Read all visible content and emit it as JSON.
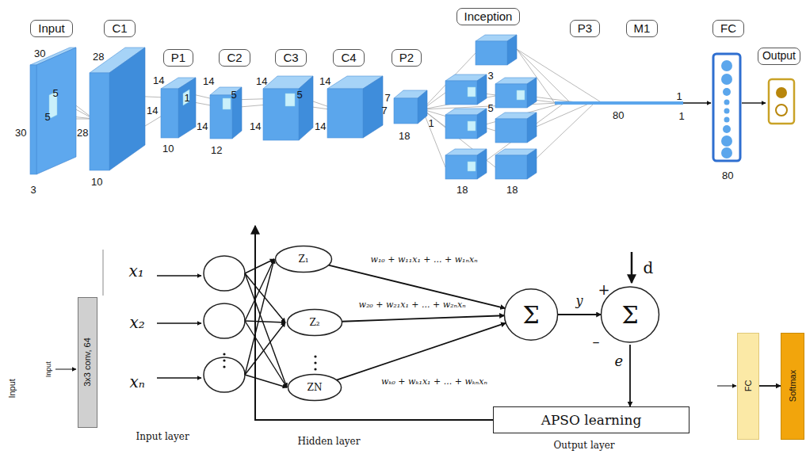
{
  "diagram": {
    "nodes": [
      {
        "text": [
          "Input"
        ]
      },
      {
        "text": [
          "C1"
        ]
      },
      {
        "text": [
          "P1"
        ]
      },
      {
        "text": [
          "C2"
        ]
      },
      {
        "text": [
          "C3"
        ]
      },
      {
        "text": [
          "C4"
        ]
      },
      {
        "text": [
          "P2"
        ]
      },
      {
        "text": [
          "Inception"
        ]
      },
      {
        "text": [
          "P3"
        ]
      },
      {
        "text": [
          "M1"
        ]
      },
      {
        "text": [
          "FC"
        ]
      },
      {
        "text": [
          "Output"
        ]
      },
      {
        "text": [
          "Z₁"
        ]
      },
      {
        "text": [
          "Z₂"
        ]
      },
      {
        "text": [
          "ZN"
        ]
      },
      {
        "text": [
          "Σ"
        ]
      },
      {
        "text": [
          "Σ"
        ]
      },
      {
        "text": [
          "APSO learning"
        ]
      },
      {
        "text": [
          "3x3 conv, 64"
        ]
      },
      {
        "text": [
          "FC"
        ]
      },
      {
        "text": [
          "Softmax"
        ]
      }
    ],
    "edges": [
      {
        "from": 12,
        "to": 15,
        "arrow": "to",
        "label": "w₁₀ + w₁₁x₁ + ... + w₁ₙxₙ"
      },
      {
        "from": 13,
        "to": 15,
        "arrow": "to",
        "label": "w₂₀ + w₂₁x₁ + ... + w₂ₙxₙ"
      },
      {
        "from": 14,
        "to": 15,
        "arrow": "to",
        "label": "wₖ₀ + wₖ₁x₁ + ... + wₖₙxₙ"
      },
      {
        "from": 15,
        "to": 16,
        "arrow": "to",
        "label": "y"
      },
      {
        "from": 16,
        "to": 17,
        "arrow": "to",
        "label": "e"
      },
      {
        "from": 19,
        "to": 20,
        "arrow": "to"
      }
    ],
    "labels": [
      "30",
      "5",
      "5",
      "30",
      "28",
      "3",
      "28",
      "10",
      "14",
      "14",
      "1",
      "10",
      "14",
      "5",
      "14",
      "12",
      "14",
      "14",
      "5",
      "14",
      "14",
      "7",
      "7",
      "18",
      "1",
      "3",
      "5",
      "18",
      "18",
      "80",
      "1",
      "1",
      "80",
      "x₁",
      "x₂",
      "xₙ",
      "d",
      "+",
      "–",
      "Input layer",
      "Hidden layer",
      "Output layer",
      "Input",
      "Input"
    ]
  }
}
